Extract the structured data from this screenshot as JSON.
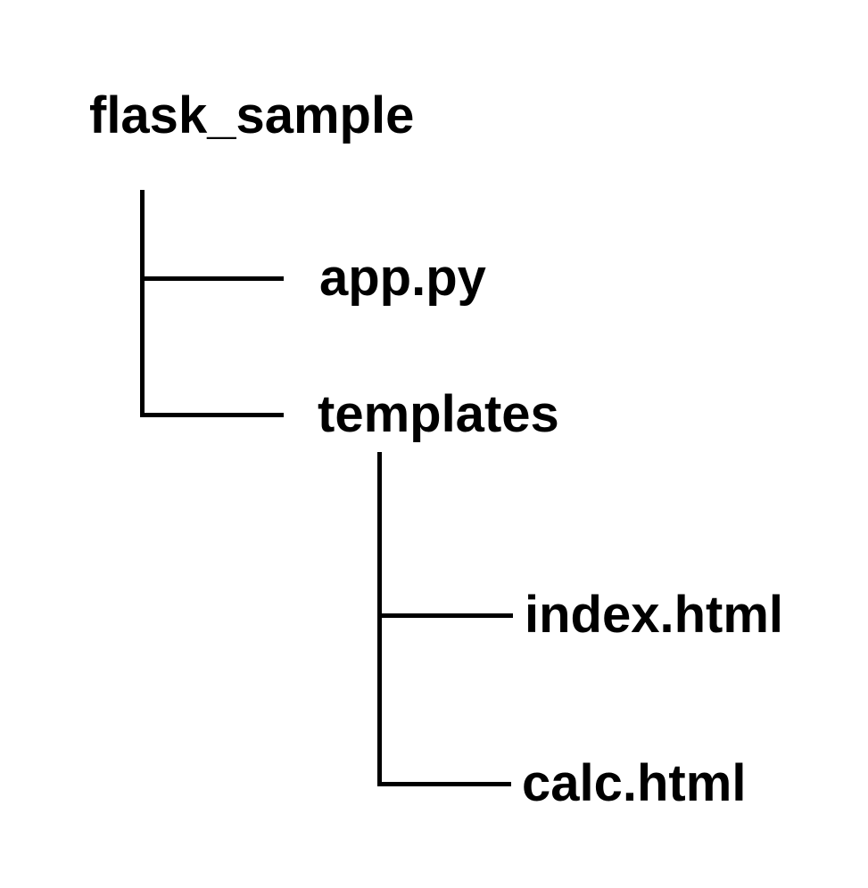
{
  "colors": {
    "foreground": "#000000",
    "background": "#ffffff"
  },
  "tree": {
    "root": "flask_sample",
    "children": [
      {
        "label": "app.py",
        "children": []
      },
      {
        "label": "templates",
        "children": [
          {
            "label": "index.html"
          },
          {
            "label": "calc.html"
          }
        ]
      }
    ]
  }
}
